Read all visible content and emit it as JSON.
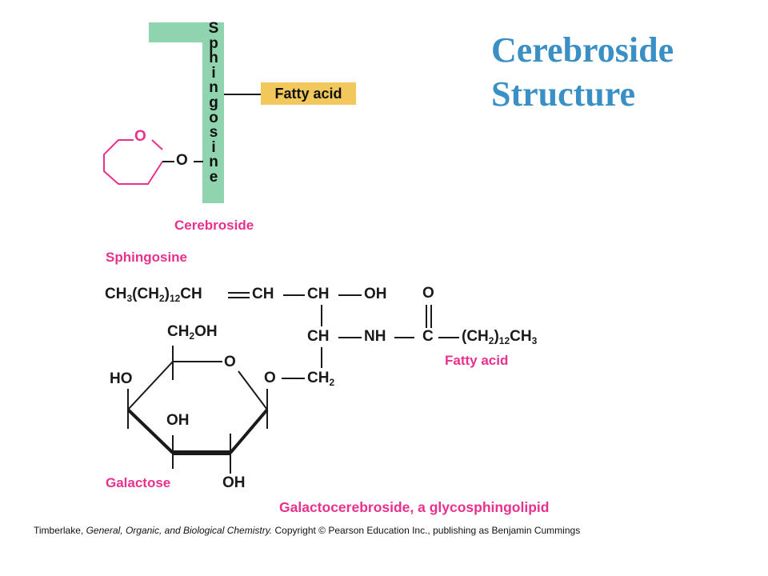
{
  "title": {
    "line1": "Cerebroside",
    "line2": "Structure"
  },
  "schematic": {
    "sphingosine_letters": "S\np\nh\ni\nn\ng\no\ns\ni\nn\ne",
    "fatty_acid_label": "Fatty acid",
    "ring_oxygen": "O",
    "link_oxygen": "O",
    "caption": "Cerebroside"
  },
  "molecule": {
    "sphingosine_label": "Sphingosine",
    "chain_left": "CH3(CH2)12CH",
    "ch_1": "CH",
    "ch_2": "CH",
    "oh_top": "OH",
    "carbonyl_o": "O",
    "ch_mid": "CH",
    "nh": "NH",
    "c_amide": "C",
    "fatty_chain": "(CH2)12CH3",
    "fatty_acid_label": "Fatty acid",
    "ch2oh": "CH2OH",
    "ring_o": "O",
    "glyco_o": "O",
    "ch2_bottom": "CH2",
    "ho_left": "HO",
    "oh_mid": "OH",
    "oh_bottom": "OH",
    "galactose_label": "Galactose",
    "caption": "Galactocerebroside, a glycosphingolipid"
  },
  "credit": {
    "author": "Timberlake,",
    "book": "General, Organic, and Biological Chemistry.",
    "rest": "Copyright © Pearson Education Inc., publishing as Benjamin Cummings"
  },
  "colors": {
    "title": "#3a8fc4",
    "sphingosine_backbone": "#8fd4ae",
    "fatty_acid_box": "#f2c85c",
    "sugar_and_labels": "#e8318c",
    "bonds": "#1a1a1a"
  }
}
